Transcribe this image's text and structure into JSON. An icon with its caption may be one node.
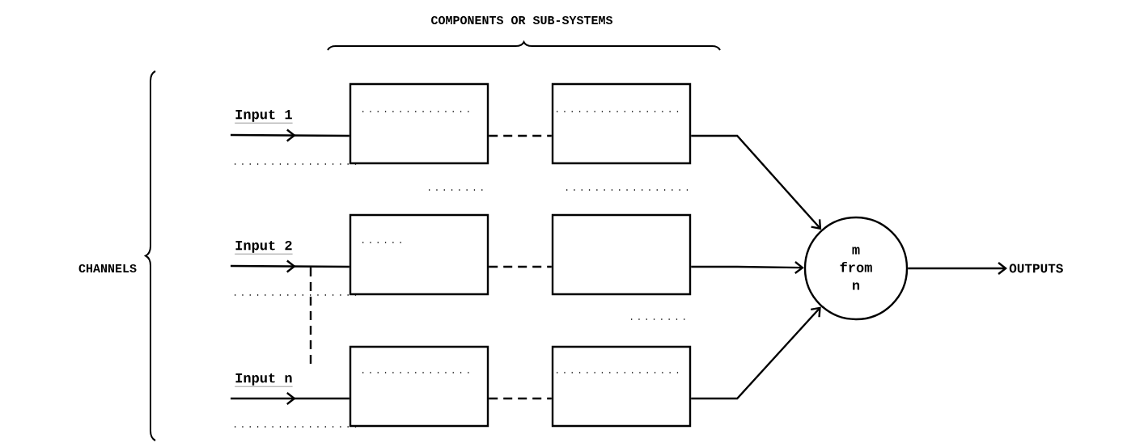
{
  "diagram": {
    "nodes": [
      {
        "text": [
          "Input 1"
        ]
      },
      {
        "text": [
          "Input 2"
        ]
      },
      {
        "text": [
          "Input n"
        ]
      },
      {
        "text": [],
        "shape": "box"
      },
      {
        "text": [],
        "shape": "box"
      },
      {
        "text": [],
        "shape": "box"
      },
      {
        "text": [],
        "shape": "box"
      },
      {
        "text": [],
        "shape": "box"
      },
      {
        "text": [],
        "shape": "box"
      },
      {
        "text": [
          "m from n"
        ]
      },
      {
        "text": [
          "OUTPUTS"
        ]
      }
    ],
    "edges": [
      {
        "from": 0,
        "to": 3,
        "arrow": "to"
      },
      {
        "from": 3,
        "to": 4,
        "arrow": "none",
        "style": "dashed"
      },
      {
        "from": 4,
        "to": 9,
        "arrow": "to"
      },
      {
        "from": 1,
        "to": 5,
        "arrow": "to"
      },
      {
        "from": 5,
        "to": 6,
        "arrow": "none",
        "style": "dashed"
      },
      {
        "from": 6,
        "to": 9,
        "arrow": "to"
      },
      {
        "from": 2,
        "to": 7,
        "arrow": "to"
      },
      {
        "from": 7,
        "to": 8,
        "arrow": "none",
        "style": "dashed"
      },
      {
        "from": 8,
        "to": 9,
        "arrow": "to"
      },
      {
        "from": 1,
        "to": 2,
        "arrow": "none",
        "style": "dashed"
      },
      {
        "from": 9,
        "to": 10,
        "arrow": "to"
      }
    ],
    "labels": [
      "COMPONENTS OR SUB-SYSTEMS",
      "CHANNELS"
    ]
  }
}
